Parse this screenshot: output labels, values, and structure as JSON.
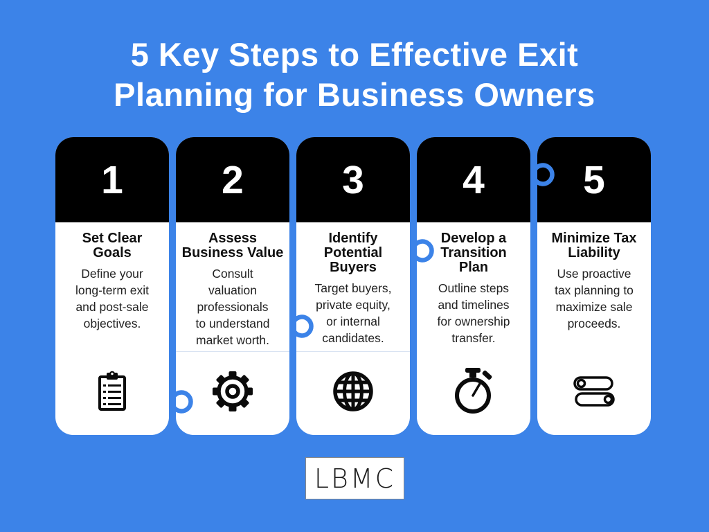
{
  "title": {
    "line1": "5 Key Steps to Effective Exit",
    "line2": "Planning for Business Owners"
  },
  "steps": [
    {
      "number": "1",
      "heading": "Set Clear\nGoals",
      "description": "Define your\nlong-term exit\nand post-sale\nobjectives.",
      "icon": "clipboard-checklist-icon"
    },
    {
      "number": "2",
      "heading": "Assess\nBusiness Value",
      "description": "Consult\nvaluation\nprofessionals\nto understand\nmarket worth.",
      "icon": "gear-icon"
    },
    {
      "number": "3",
      "heading": "Identify\nPotential\nBuyers",
      "description": "Target buyers,\nprivate equity,\nor internal\ncandidates.",
      "icon": "globe-icon"
    },
    {
      "number": "4",
      "heading": "Develop a\nTransition\nPlan",
      "description": "Outline steps\nand timelines\nfor ownership\ntransfer.",
      "icon": "stopwatch-icon"
    },
    {
      "number": "5",
      "heading": "Minimize Tax\nLiability",
      "description": "Use proactive\ntax planning to\nmaximize sale\nproceeds.",
      "icon": "toggle-switches-icon"
    }
  ],
  "footer": {
    "logo_text": "LBMC"
  },
  "colors": {
    "background": "#3C83E8",
    "card_header": "#000000",
    "card_bg": "#FFFFFF",
    "title_text": "#FFFFFF",
    "heading_text": "#101010",
    "body_text": "#222222",
    "connector_blue": "#3C83E8"
  }
}
